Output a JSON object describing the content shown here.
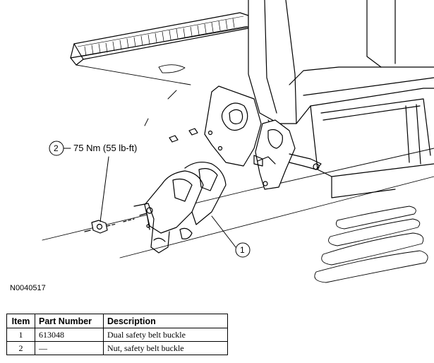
{
  "figure_id": "N0040517",
  "callouts": [
    {
      "number": "2",
      "text": "75 Nm (55 lb-ft)"
    },
    {
      "number": "1",
      "text": ""
    }
  ],
  "table": {
    "headers": [
      "Item",
      "Part Number",
      "Description"
    ],
    "rows": [
      {
        "item": "1",
        "part_number": "613048",
        "description": "Dual safety belt buckle"
      },
      {
        "item": "2",
        "part_number": "—",
        "description": "Nut, safety belt buckle"
      }
    ]
  }
}
